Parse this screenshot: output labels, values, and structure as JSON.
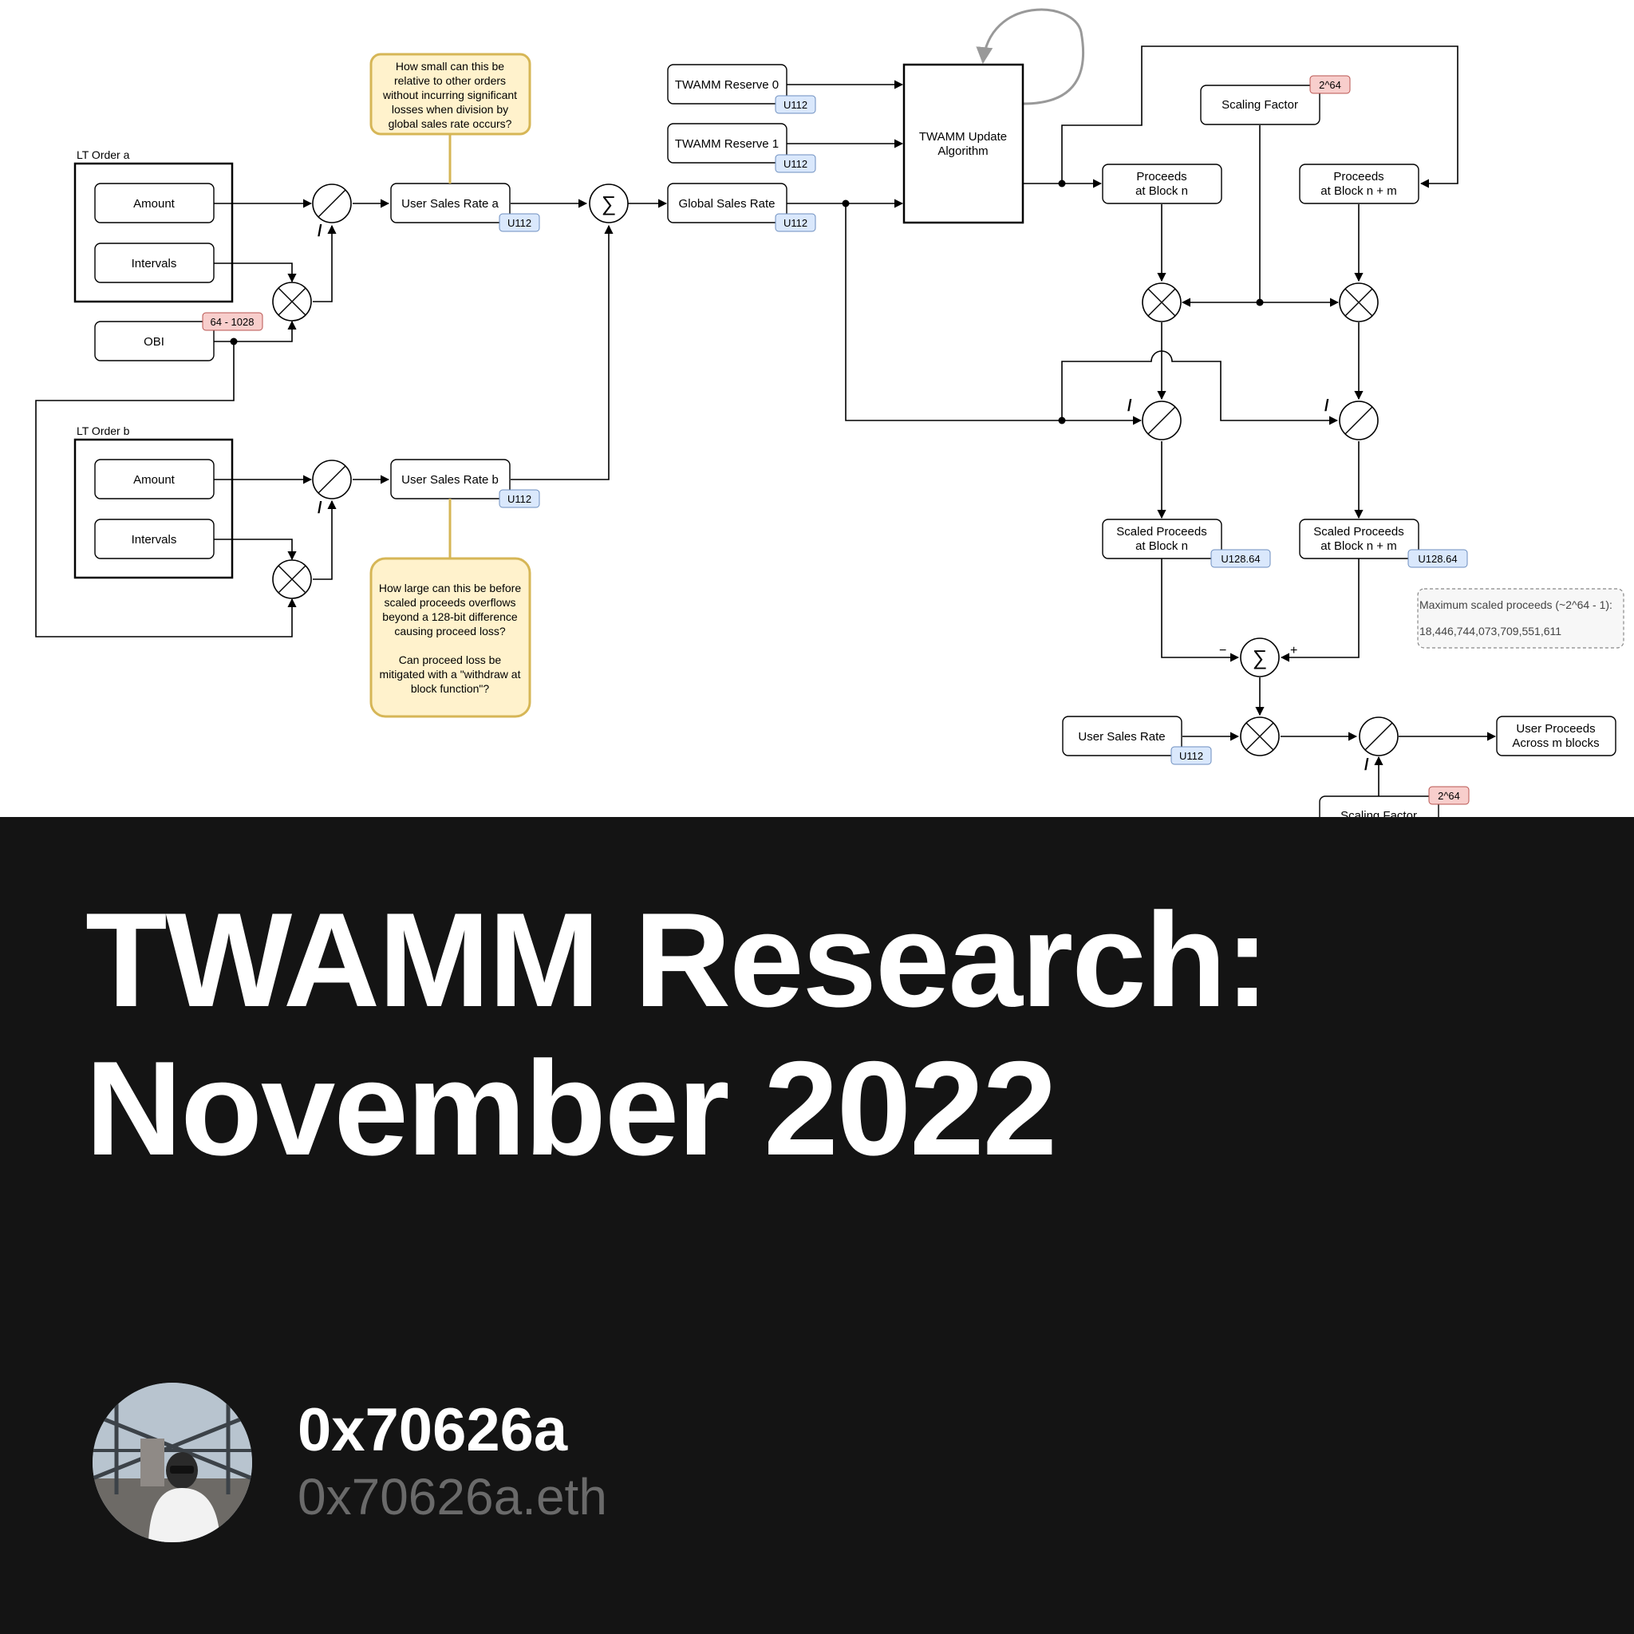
{
  "diagram": {
    "groups": {
      "lt_order_a": "LT Order a",
      "lt_order_b": "LT Order b"
    },
    "boxes": {
      "amount_a": "Amount",
      "intervals_a": "Intervals",
      "obi": "OBI",
      "amount_b": "Amount",
      "intervals_b": "Intervals",
      "usr_a": "User Sales Rate a",
      "usr_b": "User Sales Rate b",
      "gsr": "Global Sales Rate",
      "res0": "TWAMM Reserve 0",
      "res1": "TWAMM Reserve 1",
      "twamm_l1": "TWAMM Update",
      "twamm_l2": "Algorithm",
      "sf_top": "Scaling Factor",
      "pn_l1": "Proceeds",
      "pn_l2": "at Block n",
      "pnm_l1": "Proceeds",
      "pnm_l2": "at Block n + m",
      "spn_l1": "Scaled Proceeds",
      "spn_l2": "at Block n",
      "spnm_l1": "Scaled Proceeds",
      "spnm_l2": "at Block n + m",
      "usr": "User Sales Rate",
      "upm_l1": "User Proceeds",
      "upm_l2": "Across m blocks",
      "sf_bottom": "Scaling Factor"
    },
    "tags": {
      "obi_range": "64 - 1028",
      "u112_usr_a": "U112",
      "u112_usr_b": "U112",
      "u112_gsr": "U112",
      "u112_res0": "U112",
      "u112_res1": "U112",
      "sf_top": "2^64",
      "u128_spn": "U128.64",
      "u128_spnm": "U128.64",
      "u112_usr": "U112",
      "sf_bottom": "2^64"
    },
    "note_top": [
      "How small can this be",
      "relative to other orders",
      "without incurring significant",
      "losses when division by",
      "global sales rate occurs?"
    ],
    "note_bottom": [
      "How large can this be before",
      "scaled proceeds overflows",
      "beyond a 128-bit difference",
      "causing proceed loss?",
      "",
      "Can proceed loss be",
      "mitigated with a \"withdraw at",
      "block function\"?"
    ],
    "max_note": {
      "line1": "Maximum scaled proceeds (~2^64 - 1):",
      "line2": "18,446,744,073,709,551,611"
    },
    "signs": {
      "minus": "−",
      "plus": "+",
      "slash": "/"
    },
    "operator_symbols": {
      "sum": "∑"
    }
  },
  "post": {
    "title_line1": "TWAMM Research:",
    "title_line2": "November 2022"
  },
  "author": {
    "name": "0x70626a",
    "handle": "0x70626a.eth"
  },
  "colors": {
    "background": "#141414",
    "note_fill": "#fff2cc",
    "note_stroke": "#d6b656",
    "blue_tag_fill": "#dae8fc",
    "blue_tag_stroke": "#6c8ebf",
    "red_tag_fill": "#f8cecc",
    "red_tag_stroke": "#b85450",
    "handle_gray": "#6a6a6a"
  }
}
